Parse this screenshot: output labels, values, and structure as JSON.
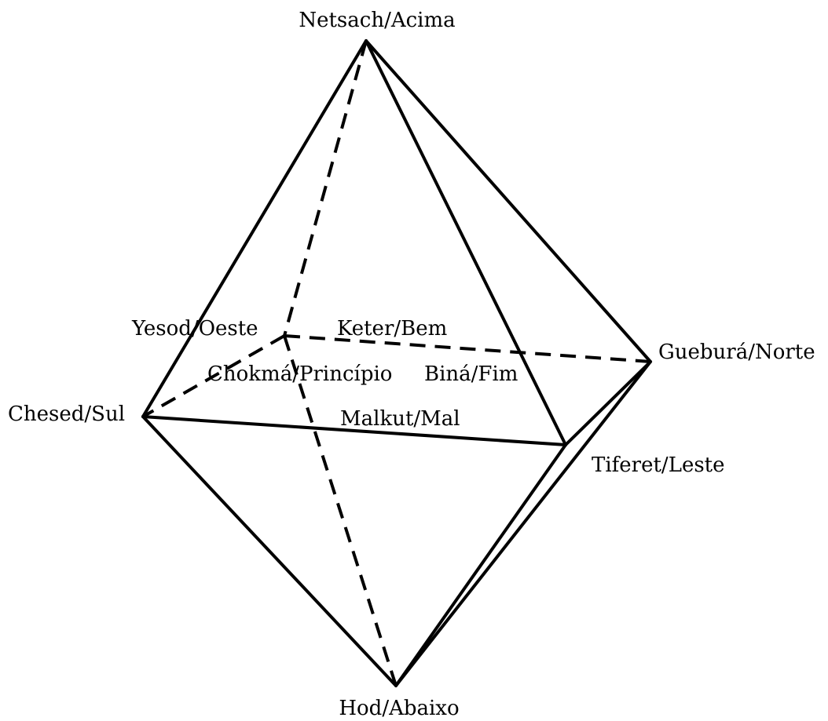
{
  "diagram": {
    "vertices": {
      "top": {
        "label": "Netsach/Acima"
      },
      "bottom": {
        "label": "Hod/Abaixo"
      },
      "south": {
        "label": "Chesed/Sul"
      },
      "north": {
        "label": "Gueburá/Norte"
      },
      "west": {
        "label": "Yesod/Oeste"
      },
      "east": {
        "label": "Tiferet/Leste"
      }
    },
    "axis_labels": {
      "good": "Keter/Bem",
      "beginning": "Chokmá/Princípio",
      "end": "Biná/Fim",
      "evil": "Malkut/Mal"
    },
    "colors": {
      "stroke": "#000000",
      "background": "#ffffff"
    }
  }
}
